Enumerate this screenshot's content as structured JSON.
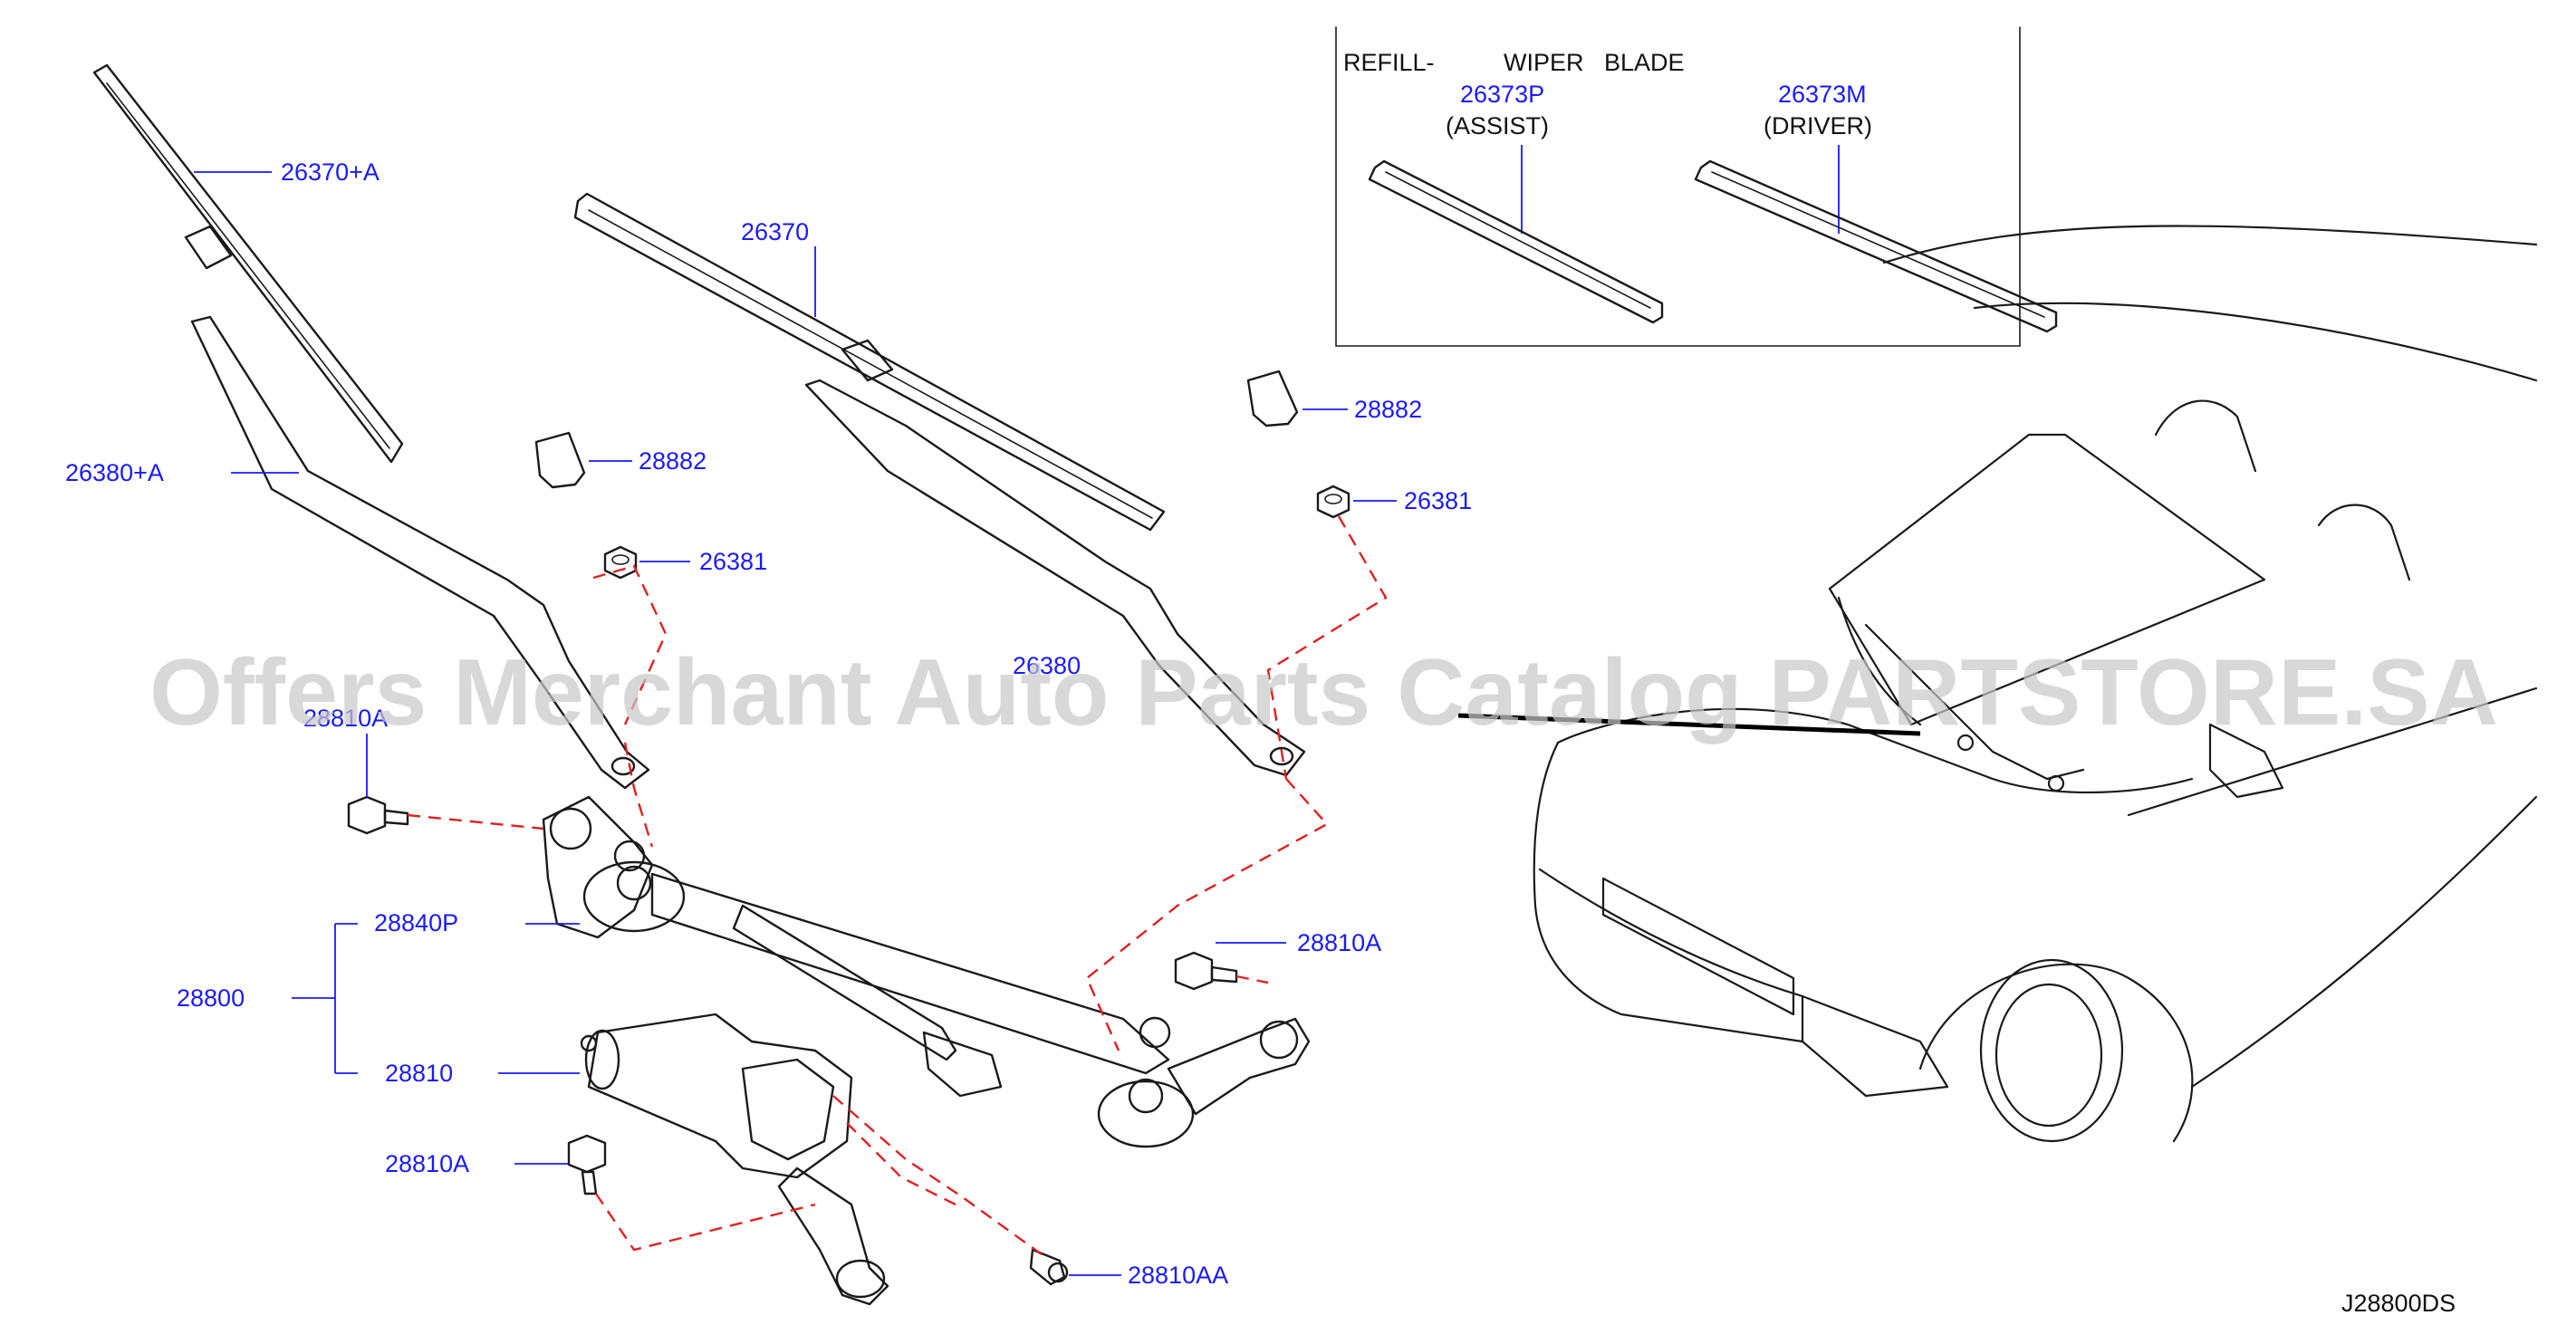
{
  "watermark": "Offers Merchant Auto Parts Catalog PARTSTORE.SA",
  "diagram_id": "J28800DS",
  "refill_box": {
    "heading_refill": "REFILL-",
    "heading_wiper_blade": "WIPER   BLADE",
    "assist_part": "26373P",
    "assist_label": "(ASSIST)",
    "driver_part": "26373M",
    "driver_label": "(DRIVER)"
  },
  "callouts": {
    "blade_left": "26370+A",
    "arm_left": "26380+A",
    "blade_center": "26370",
    "arm_center": "26380",
    "cap_left": "28882",
    "nut_left": "26381",
    "cap_right": "28882",
    "nut_right": "26381",
    "bolt_upper_left": "28810A",
    "pivot": "28840P",
    "assembly": "28800",
    "motor": "28810",
    "bolt_right": "28810A",
    "bolt_lower_left": "28810A",
    "screw": "28810AA"
  },
  "colors": {
    "label": "#1a1aff",
    "outline": "#1a1a1a",
    "dashed_line": "#e02020"
  }
}
